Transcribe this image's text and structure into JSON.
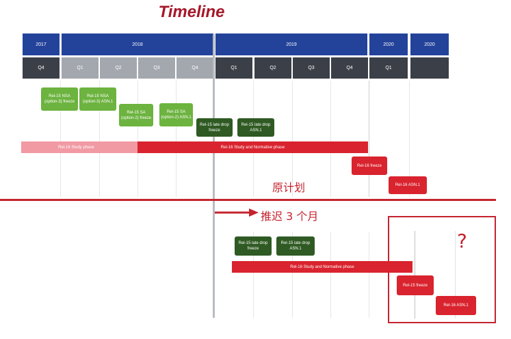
{
  "title": "Timeline",
  "years": [
    "2017",
    "2018",
    "2019",
    "2020",
    "2020"
  ],
  "quarters": [
    "Q4",
    "Q1",
    "Q2",
    "Q3",
    "Q4",
    "Q1",
    "Q2",
    "Q3",
    "Q4",
    "Q1"
  ],
  "original_plan": {
    "label": "原计划",
    "milestones": [
      "Rel-15 NSA (option-3) freeze",
      "Rel-15 NSA (option-3) ASN.1",
      "Rel-15 SA (option-2) freeze",
      "Rel-15 SA (option-2) ASN.1",
      "Rel-15 late drop freeze",
      "Rel-15 late drop ASN.1",
      "Rel-16 freeze",
      "Rel-16 ASN.1"
    ],
    "study_phase": "Rel-16 Study phase",
    "normative_phase": "Rel-16 Study and Normative phase"
  },
  "delayed_plan": {
    "label": "推迟 3 个月",
    "milestones": [
      "Rel-15 late drop freeze",
      "Rel-15 late drop ASN.1",
      "Rel-15 freeze",
      "Rel-16 ASN.1"
    ],
    "normative_phase": "Rel-16 Study and Normative phase",
    "question": "?"
  },
  "colors": {
    "title": "#a5182a",
    "year_bar": "#23429a",
    "quarter_dark": "#3b3f47",
    "quarter_light": "#a3a7ae",
    "green_light": "#6cb33f",
    "green_dark": "#2f5a23",
    "red": "#d9232e",
    "pink": "#f19aa3"
  }
}
